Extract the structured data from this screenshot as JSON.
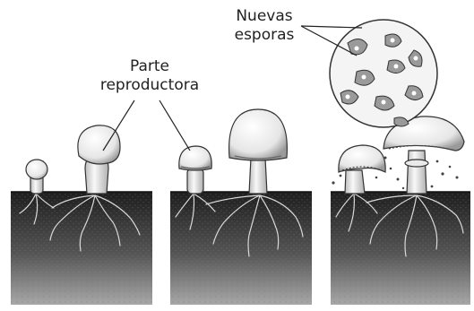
{
  "labels": {
    "reproductive_part": {
      "line1": "Parte",
      "line2": "reproductora"
    },
    "new_spores": {
      "line1": "Nuevas",
      "line2": "esporas"
    }
  },
  "colors": {
    "soil_dark": "#2b2b2b",
    "soil_light": "#8a8a8a",
    "mushroom_fill": "#f2f2f2",
    "outline": "#333333"
  }
}
